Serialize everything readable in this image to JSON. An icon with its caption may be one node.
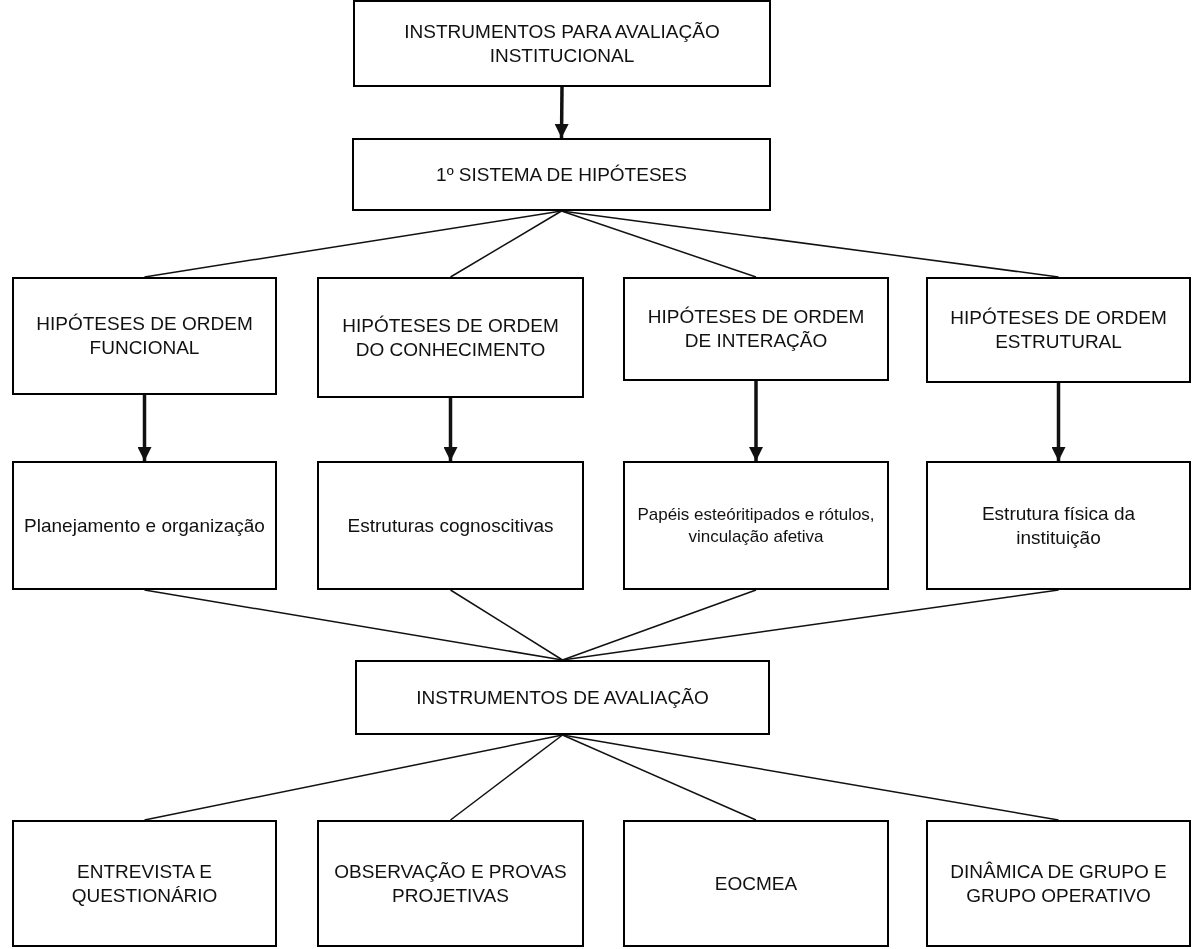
{
  "diagram": {
    "nodes": [
      {
        "text": [
          "INSTRUMENTOS PARA AVALIAÇÃO INSTITUCIONAL"
        ]
      },
      {
        "text": [
          "1º SISTEMA DE HIPÓTESES"
        ]
      },
      {
        "text": [
          "HIPÓTESES DE ORDEM FUNCIONAL"
        ]
      },
      {
        "text": [
          "HIPÓTESES DE ORDEM DO CONHECIMENTO"
        ]
      },
      {
        "text": [
          "HIPÓTESES DE ORDEM DE INTERAÇÃO"
        ]
      },
      {
        "text": [
          "HIPÓTESES DE ORDEM ESTRUTURAL"
        ]
      },
      {
        "text": [
          "Planejamento e organização"
        ]
      },
      {
        "text": [
          "Estruturas cognoscitivas"
        ]
      },
      {
        "text": [
          "Papéis esteóritipados e rótulos, vinculação afetiva"
        ]
      },
      {
        "text": [
          "Estrutura física da instituição"
        ]
      },
      {
        "text": [
          "INSTRUMENTOS DE AVALIAÇÃO"
        ]
      },
      {
        "text": [
          "ENTREVISTA E QUESTIONÁRIO"
        ]
      },
      {
        "text": [
          "OBSERVAÇÃO E PROVAS PROJETIVAS"
        ]
      },
      {
        "text": [
          "EOCMEA"
        ]
      },
      {
        "text": [
          "DINÂMICA DE GRUPO E GRUPO OPERATIVO"
        ]
      }
    ],
    "edges": [
      {
        "from": 0,
        "to": 1,
        "arrow": "to",
        "style": "thick"
      },
      {
        "from": 1,
        "to": 2,
        "arrow": "none"
      },
      {
        "from": 1,
        "to": 3,
        "arrow": "none"
      },
      {
        "from": 1,
        "to": 4,
        "arrow": "none"
      },
      {
        "from": 1,
        "to": 5,
        "arrow": "none"
      },
      {
        "from": 2,
        "to": 6,
        "arrow": "to",
        "style": "thick"
      },
      {
        "from": 3,
        "to": 7,
        "arrow": "to",
        "style": "thick"
      },
      {
        "from": 4,
        "to": 8,
        "arrow": "to",
        "style": "thick"
      },
      {
        "from": 5,
        "to": 9,
        "arrow": "to",
        "style": "thick"
      },
      {
        "from": 6,
        "to": 10,
        "arrow": "none"
      },
      {
        "from": 7,
        "to": 10,
        "arrow": "none"
      },
      {
        "from": 8,
        "to": 10,
        "arrow": "none"
      },
      {
        "from": 9,
        "to": 10,
        "arrow": "none"
      },
      {
        "from": 10,
        "to": 11,
        "arrow": "none"
      },
      {
        "from": 10,
        "to": 12,
        "arrow": "none"
      },
      {
        "from": 10,
        "to": 13,
        "arrow": "none"
      },
      {
        "from": 10,
        "to": 14,
        "arrow": "none"
      }
    ]
  }
}
